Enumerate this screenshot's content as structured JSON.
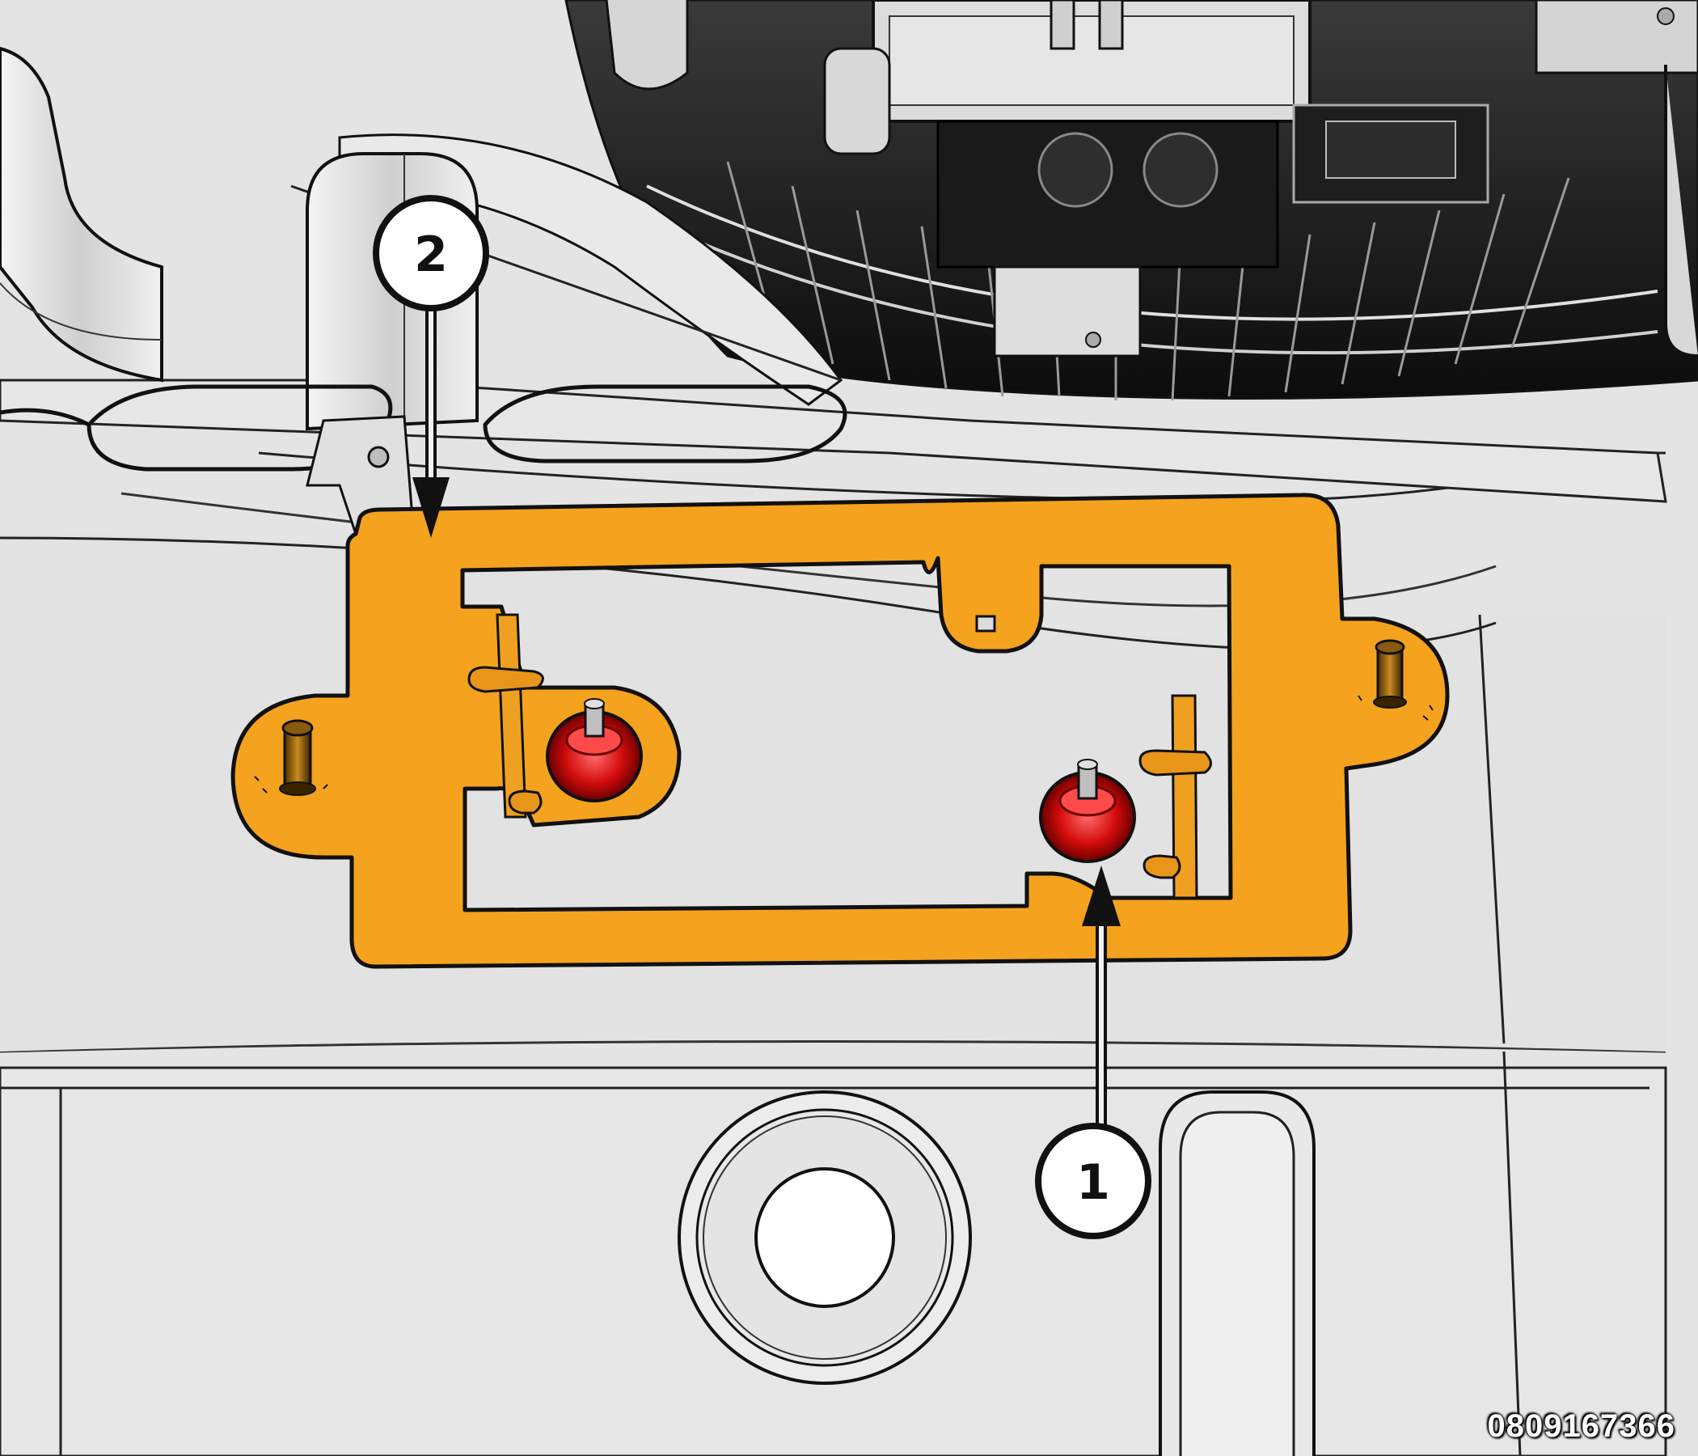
{
  "callouts": [
    {
      "number": "1",
      "part": "nut"
    },
    {
      "number": "2",
      "part": "bracket"
    }
  ],
  "figure_id": "0809167366",
  "colors": {
    "bracket": "#f5a21f",
    "fastener": "#e01010",
    "background": "#e4e4e4",
    "outline": "#111111"
  }
}
